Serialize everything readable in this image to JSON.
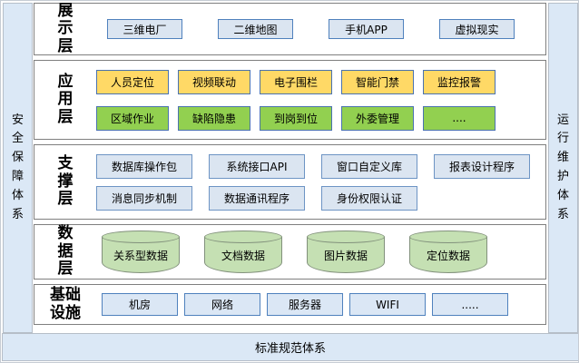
{
  "colors": {
    "box_blue_fill": "#dbe5f1",
    "box_blue_border": "#4f81bd",
    "box_yellow_fill": "#ffd966",
    "box_green_fill": "#92d050",
    "cylinder_green_fill": "#c5e0b3",
    "cylinder_border": "#82917c",
    "sidebar_fill": "#dbe8f6",
    "panel_border": "#7f7f7f"
  },
  "left_bar": {
    "label": "安全保障体系"
  },
  "right_bar": {
    "label": "运行维护体系"
  },
  "bottom_bar": {
    "label": "标准规范体系"
  },
  "layers": {
    "presentation": {
      "label": "展示层",
      "items": [
        "三维电厂",
        "二维地图",
        "手机APP",
        "虚拟现实"
      ]
    },
    "application": {
      "label": "应用层",
      "row1": [
        "人员定位",
        "视频联动",
        "电子围栏",
        "智能门禁",
        "监控报警"
      ],
      "row2": [
        "区域作业",
        "缺陷隐患",
        "到岗到位",
        "外委管理",
        "...."
      ]
    },
    "support": {
      "label": "支撑层",
      "row1": [
        "数据库操作包",
        "系统接口API",
        "窗口自定义库",
        "报表设计程序"
      ],
      "row2": [
        "消息同步机制",
        "数据通讯程序",
        "身份权限认证"
      ]
    },
    "data": {
      "label": "数据层",
      "items": [
        "关系型数据",
        "文档数据",
        "图片数据",
        "定位数据"
      ]
    },
    "infrastructure": {
      "label": "基础设施",
      "items": [
        "机房",
        "网络",
        "服务器",
        "WIFI",
        "....."
      ]
    }
  }
}
